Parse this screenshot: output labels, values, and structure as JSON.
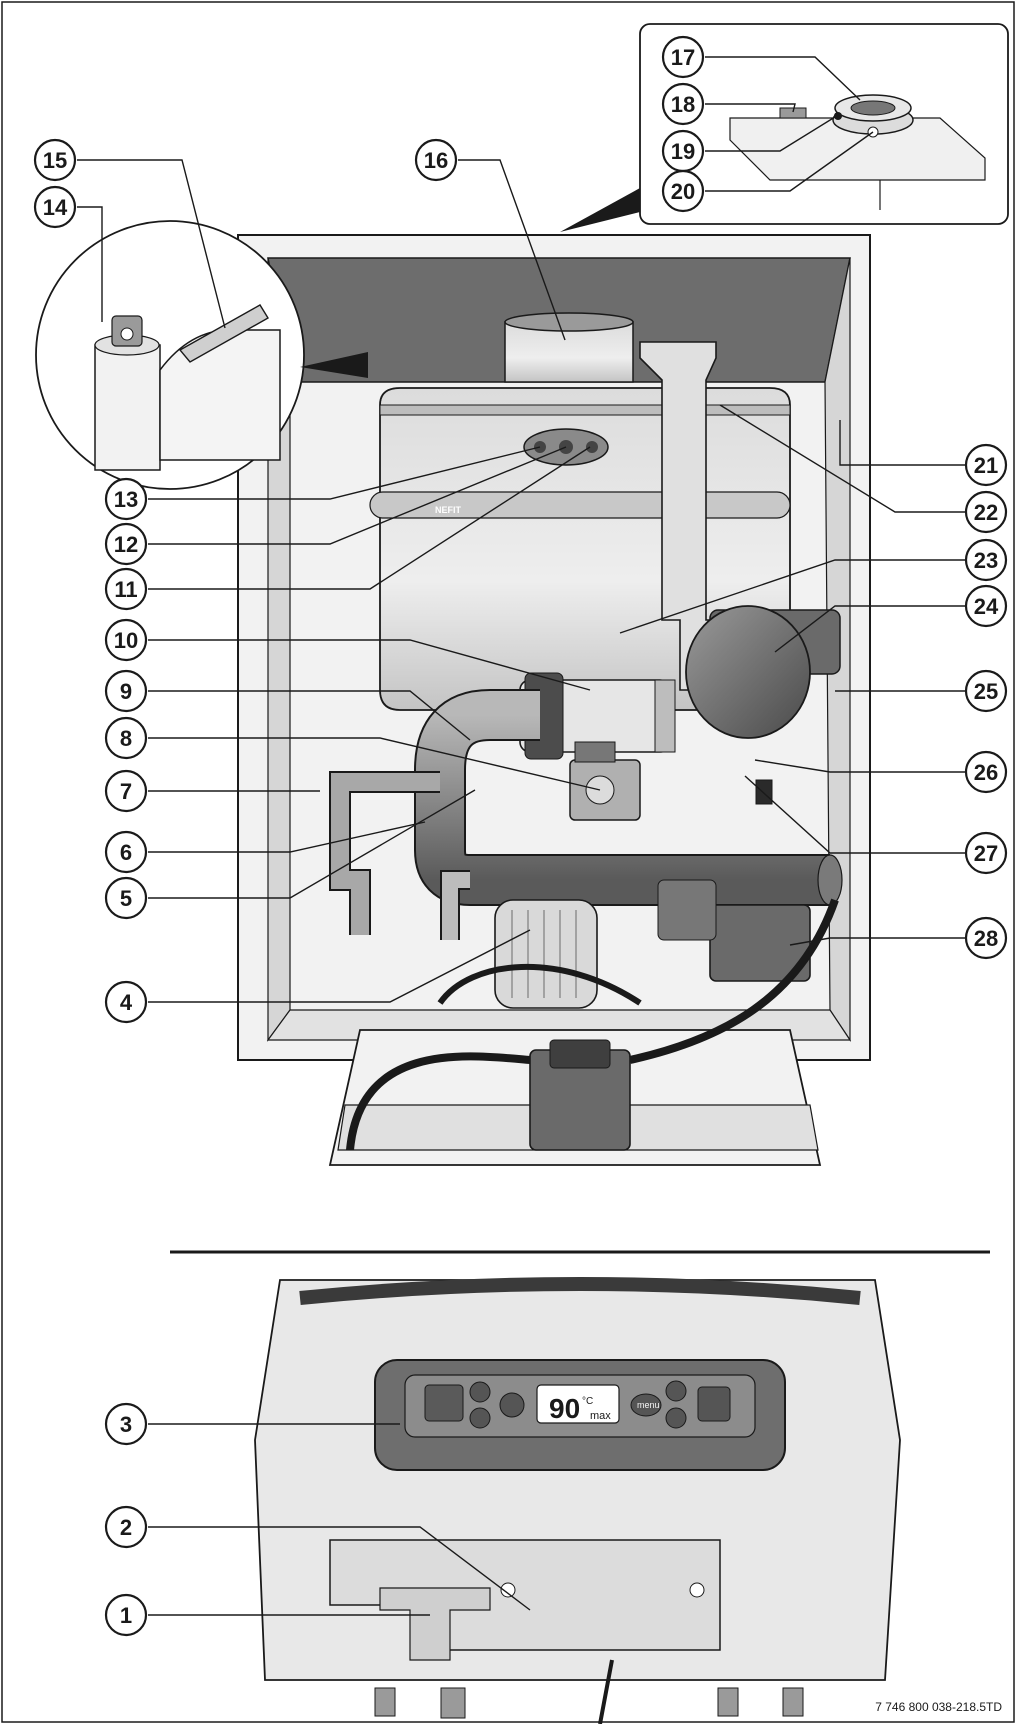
{
  "callouts": [
    {
      "n": "1"
    },
    {
      "n": "2"
    },
    {
      "n": "3"
    },
    {
      "n": "4"
    },
    {
      "n": "5"
    },
    {
      "n": "6"
    },
    {
      "n": "7"
    },
    {
      "n": "8"
    },
    {
      "n": "9"
    },
    {
      "n": "10"
    },
    {
      "n": "11"
    },
    {
      "n": "12"
    },
    {
      "n": "13"
    },
    {
      "n": "14"
    },
    {
      "n": "15"
    },
    {
      "n": "16"
    },
    {
      "n": "17"
    },
    {
      "n": "18"
    },
    {
      "n": "19"
    },
    {
      "n": "20"
    },
    {
      "n": "21"
    },
    {
      "n": "22"
    },
    {
      "n": "23"
    },
    {
      "n": "24"
    },
    {
      "n": "25"
    },
    {
      "n": "26"
    },
    {
      "n": "27"
    },
    {
      "n": "28"
    }
  ],
  "burner_label": "NEFIT",
  "control_panel": {
    "display_temperature": "90",
    "display_unit": "°C",
    "display_mode": "max",
    "menu_button_label": "menu"
  },
  "drawing_reference": "7 746 800 038-218.5TD",
  "colors": {
    "line": "#1a1a1a",
    "panel_grey": "#cfcfcf",
    "dark_grey": "#555555",
    "light_grey": "#e6e6e6",
    "mid_grey": "#9a9a9a"
  }
}
